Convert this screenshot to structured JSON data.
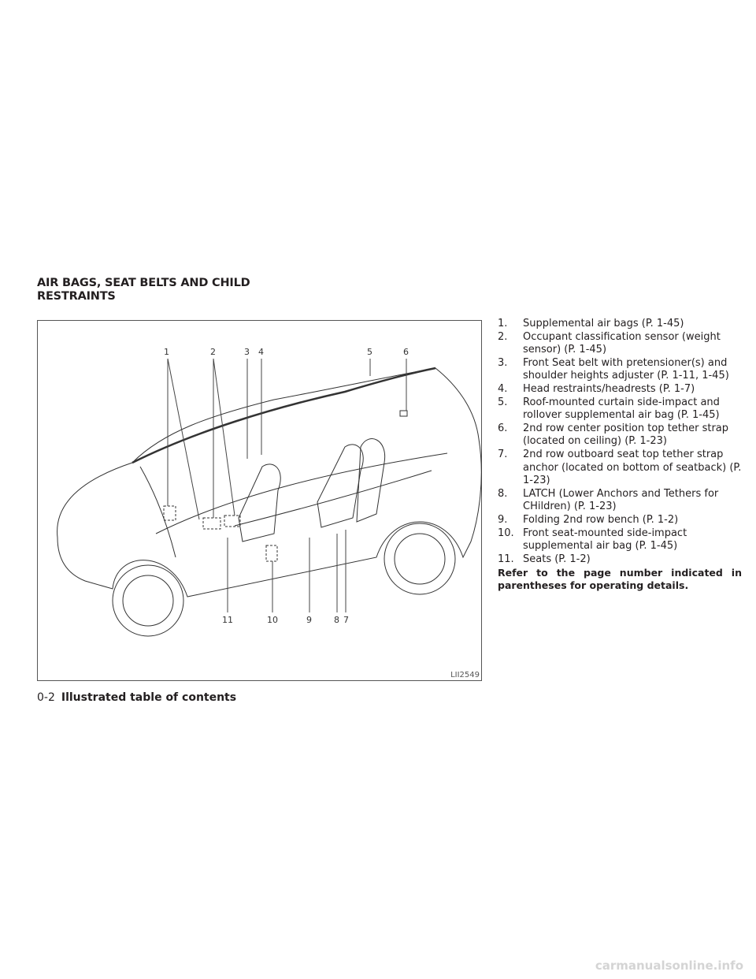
{
  "section_title_line1": "AIR BAGS, SEAT BELTS AND CHILD",
  "section_title_line2": "RESTRAINTS",
  "figure": {
    "id": "LII2549",
    "top_callouts": [
      "1",
      "2",
      "3",
      "4",
      "5",
      "6"
    ],
    "bottom_callouts": [
      "11",
      "10",
      "9",
      "8",
      "7"
    ]
  },
  "items": [
    {
      "n": "1.",
      "t": "Supplemental air bags (P. 1-45)"
    },
    {
      "n": "2.",
      "t": "Occupant classification sensor (weight sensor) (P. 1-45)"
    },
    {
      "n": "3.",
      "t": "Front Seat belt with pretensioner(s) and shoulder heights adjuster (P. 1-11, 1-45)"
    },
    {
      "n": "4.",
      "t": "Head restraints/headrests (P. 1-7)"
    },
    {
      "n": "5.",
      "t": "Roof-mounted curtain side-impact and rollover supplemental air bag (P. 1-45)"
    },
    {
      "n": "6.",
      "t": "2nd row center position top tether strap (located on ceiling) (P. 1-23)"
    },
    {
      "n": "7.",
      "t": "2nd row outboard seat top tether strap anchor (located on bottom of seatback) (P. 1-23)"
    },
    {
      "n": "8.",
      "t": "LATCH (Lower Anchors and Tethers for CHildren) (P. 1-23)"
    },
    {
      "n": "9.",
      "t": "Folding 2nd row bench (P. 1-2)"
    },
    {
      "n": "10.",
      "t": "Front seat-mounted side-impact supplemental air bag (P. 1-45)"
    },
    {
      "n": "11.",
      "t": "Seats (P. 1-2)"
    }
  ],
  "note": "Refer to the page number indicated in parentheses for operating details.",
  "footer": {
    "page": "0-2",
    "section": "Illustrated table of contents"
  },
  "watermark": "carmanualsonline.info"
}
